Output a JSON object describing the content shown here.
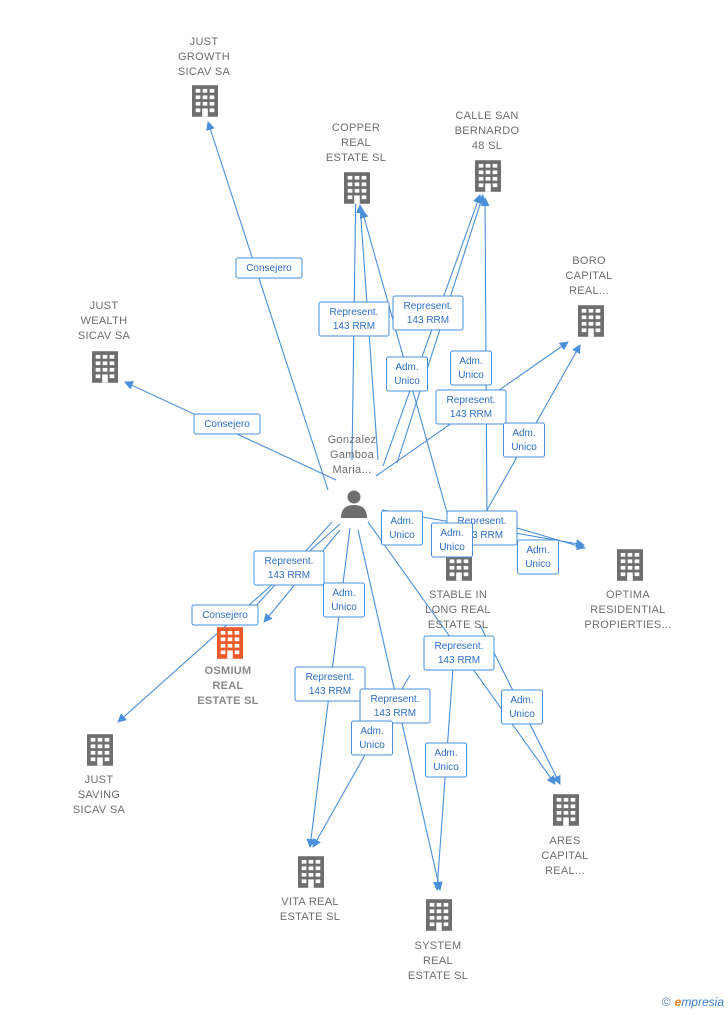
{
  "colors": {
    "edge": "#4a8fd9",
    "building": "#6e6e6e",
    "focus_building": "#f05a28",
    "person": "#6e6e6e"
  },
  "nodes": [
    {
      "id": "just_growth",
      "kind": "company",
      "label": [
        "JUST",
        "GROWTH",
        "SICAV SA"
      ]
    },
    {
      "id": "copper",
      "kind": "company",
      "label": [
        "COPPER",
        "REAL",
        "ESTATE  SL"
      ]
    },
    {
      "id": "calle",
      "kind": "company",
      "label": [
        "CALLE SAN",
        "BERNARDO",
        "48  SL"
      ]
    },
    {
      "id": "boro",
      "kind": "company",
      "label": [
        "BORO",
        "CAPITAL",
        "REAL..."
      ]
    },
    {
      "id": "just_wealth",
      "kind": "company",
      "label": [
        "JUST",
        "WEALTH",
        "SICAV SA"
      ]
    },
    {
      "id": "person",
      "kind": "person",
      "label": [
        "Gonzalez",
        "Gamboa",
        "Maria..."
      ]
    },
    {
      "id": "stable",
      "kind": "company",
      "label": [
        "STABLE IN",
        "LONG REAL",
        "ESTATE  SL"
      ]
    },
    {
      "id": "optima",
      "kind": "company",
      "label": [
        "OPTIMA",
        "RESIDENTIAL",
        "PROPIERTIES..."
      ]
    },
    {
      "id": "osmium",
      "kind": "focus",
      "label": [
        "OSMIUM",
        "REAL",
        "ESTATE  SL"
      ]
    },
    {
      "id": "just_saving",
      "kind": "company",
      "label": [
        "JUST",
        "SAVING",
        "SICAV SA"
      ]
    },
    {
      "id": "ares",
      "kind": "company",
      "label": [
        "ARES",
        "CAPITAL",
        "REAL..."
      ]
    },
    {
      "id": "vita",
      "kind": "company",
      "label": [
        "VITA REAL",
        "ESTATE  SL"
      ]
    },
    {
      "id": "system",
      "kind": "company",
      "label": [
        "SYSTEM",
        "REAL",
        "ESTATE  SL"
      ]
    }
  ],
  "edge_labels": [
    {
      "id": "e1",
      "lines": [
        "Consejero"
      ]
    },
    {
      "id": "e2",
      "lines": [
        "Represent.",
        "143 RRM"
      ]
    },
    {
      "id": "e3",
      "lines": [
        "Represent.",
        "143 RRM"
      ]
    },
    {
      "id": "e4",
      "lines": [
        "Adm.",
        "Unico"
      ]
    },
    {
      "id": "e5",
      "lines": [
        "Adm.",
        "Unico"
      ]
    },
    {
      "id": "e6",
      "lines": [
        "Represent.",
        "143 RRM"
      ]
    },
    {
      "id": "e7",
      "lines": [
        "Adm.",
        "Unico"
      ]
    },
    {
      "id": "e8",
      "lines": [
        "Consejero"
      ]
    },
    {
      "id": "e9",
      "lines": [
        "Adm.",
        "Unico"
      ]
    },
    {
      "id": "e10",
      "lines": [
        "Represent.",
        "143 RRM"
      ]
    },
    {
      "id": "e11",
      "lines": [
        "Adm.",
        "Unico"
      ]
    },
    {
      "id": "e12",
      "lines": [
        "Represent.",
        "143 RRM"
      ]
    },
    {
      "id": "e13",
      "lines": [
        "Adm.",
        "Unico"
      ]
    },
    {
      "id": "e14",
      "lines": [
        "Consejero"
      ]
    },
    {
      "id": "e15",
      "lines": [
        "Represent.",
        "143 RRM"
      ]
    },
    {
      "id": "e16",
      "lines": [
        "Adm.",
        "Unico"
      ]
    },
    {
      "id": "e17",
      "lines": [
        "Represent.",
        "143 RRM"
      ]
    },
    {
      "id": "e18",
      "lines": [
        "Represent.",
        "143 RRM"
      ]
    },
    {
      "id": "e19",
      "lines": [
        "Adm.",
        "Unico"
      ]
    },
    {
      "id": "e20",
      "lines": [
        "Adm.",
        "Unico"
      ]
    },
    {
      "id": "e21",
      "lines": [
        "Adm.",
        "Unico"
      ]
    }
  ],
  "brand": {
    "copyright": "©",
    "initial": "e",
    "rest": "mpresia"
  }
}
